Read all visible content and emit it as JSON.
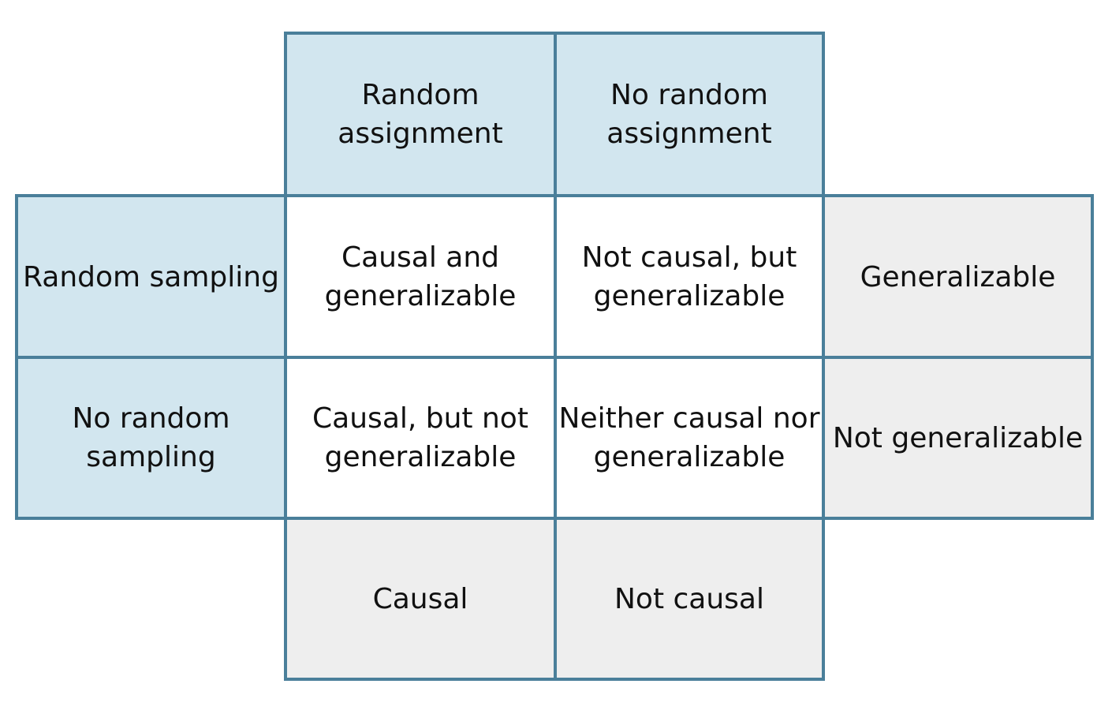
{
  "columns": {
    "random_assignment": [
      "Random",
      "assignment"
    ],
    "no_random_assignment": [
      "No random",
      "assignment"
    ]
  },
  "rows": {
    "random_sampling": [
      "Random sampling"
    ],
    "no_random_sampling": [
      "No random",
      "sampling"
    ]
  },
  "cells": {
    "rs_ra": [
      "Causal and",
      "generalizable"
    ],
    "rs_nra": [
      "Not causal, but",
      "generalizable"
    ],
    "nrs_ra": [
      "Causal, but not",
      "generalizable"
    ],
    "nrs_nra": [
      "Neither causal nor",
      "generalizable"
    ]
  },
  "row_outcomes": {
    "random_sampling": "Generalizable",
    "no_random_sampling": "Not generalizable"
  },
  "column_outcomes": {
    "random_assignment": "Causal",
    "no_random_assignment": "Not causal"
  },
  "colors": {
    "border": "#4a7f9a",
    "header_fill": "#d2e6ef",
    "outcome_fill": "#eeeeee",
    "cell_fill": "#ffffff"
  }
}
